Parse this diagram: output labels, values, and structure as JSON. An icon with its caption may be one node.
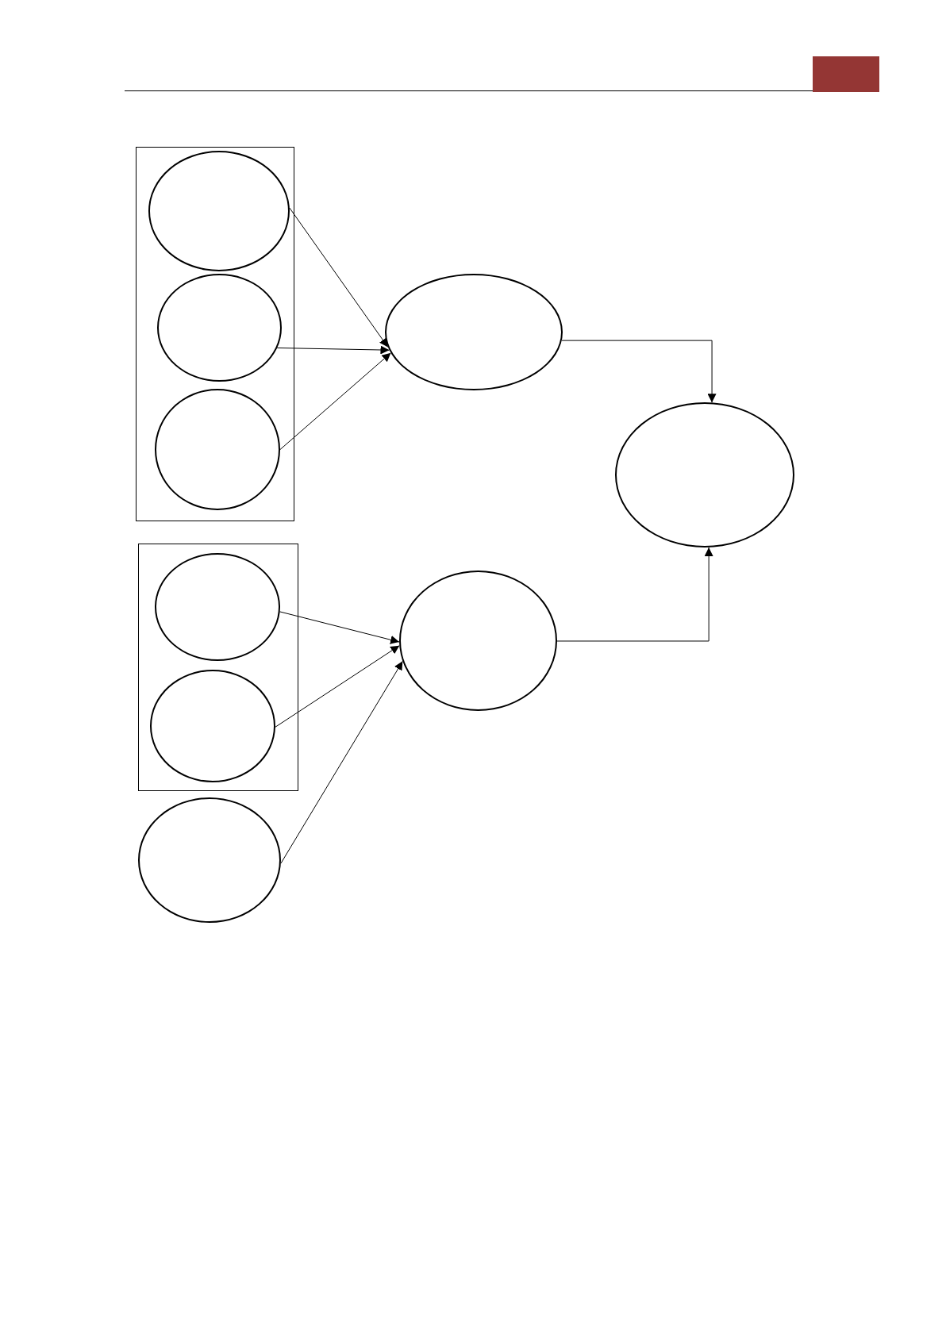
{
  "diagram": {
    "nodes": [
      {
        "text": [],
        "shape": "box"
      },
      {
        "text": [],
        "shape": "ellipse",
        "in": 0
      },
      {
        "text": [],
        "shape": "ellipse",
        "in": 0
      },
      {
        "text": [],
        "shape": "ellipse",
        "in": 0
      },
      {
        "text": [],
        "shape": "ellipse"
      },
      {
        "text": [],
        "shape": "ellipse"
      },
      {
        "text": [],
        "shape": "box"
      },
      {
        "text": [],
        "shape": "ellipse",
        "in": 6
      },
      {
        "text": [],
        "shape": "ellipse",
        "in": 6
      },
      {
        "text": [],
        "shape": "ellipse"
      },
      {
        "text": [],
        "shape": "ellipse"
      }
    ],
    "edges": [
      {
        "from": 1,
        "to": 4,
        "arrow": "to"
      },
      {
        "from": 2,
        "to": 4,
        "arrow": "to"
      },
      {
        "from": 3,
        "to": 4,
        "arrow": "to"
      },
      {
        "from": 4,
        "to": 5,
        "arrow": "to"
      },
      {
        "from": 7,
        "to": 10,
        "arrow": "to"
      },
      {
        "from": 8,
        "to": 10,
        "arrow": "to"
      },
      {
        "from": 9,
        "to": 10,
        "arrow": "to"
      },
      {
        "from": 10,
        "to": 5,
        "arrow": "to"
      }
    ]
  }
}
